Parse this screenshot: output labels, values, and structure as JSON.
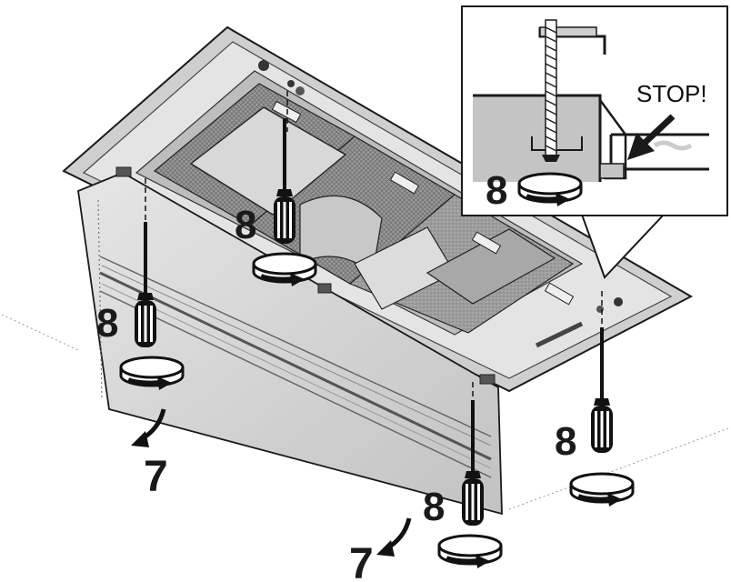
{
  "callout": {
    "stop_label": "STOP!",
    "step_label": "8"
  },
  "steps": {
    "screw_step": "8",
    "panel_step": "7"
  },
  "icons": [
    "screwdriver-icon",
    "rotation-arrow-icon",
    "curved-arrow-icon",
    "stop-arrow-icon",
    "threaded-screw-icon"
  ],
  "colors": {
    "line": "#1a1a1a",
    "panel": "#cfcfcf",
    "hood_body": "#bdbdbd",
    "filter": "#8d8d8d",
    "callout_fill": "#c4c4c4"
  }
}
